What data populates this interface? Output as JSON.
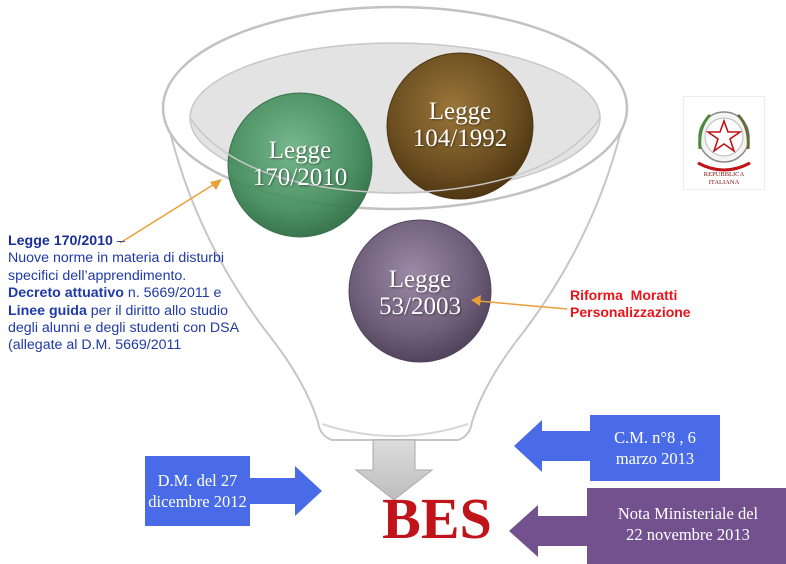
{
  "circles": [
    {
      "line1": "Legge",
      "line2": "170/2010",
      "color": "#3f8a59"
    },
    {
      "line1": "Legge",
      "line2": "104/1992",
      "color": "#6b4d20"
    },
    {
      "line1": "Legge",
      "line2": "53/2003",
      "color": "#6e5d78"
    }
  ],
  "side_note": {
    "title": "Legge 170/2010",
    "dash": " –",
    "text1": "Nuove norme in materia di disturbi specifici dell’apprendimento.",
    "bold1": "Decreto attuativo",
    "text2": " n. 5669/2011 e ",
    "bold2": "Linee guida",
    "text3": " per il diritto allo studio degli alunni e degli studenti con DSA (allegate al D.M. 5669/2011"
  },
  "riforma": {
    "line1": "Riforma  Moratti",
    "line2": "Personalizzazione"
  },
  "boxes": {
    "dm": {
      "line1": "D.M. del 27",
      "line2": "dicembre 2012",
      "color": "#4a6be8"
    },
    "cm": {
      "line1": "C.M. n°8 , 6",
      "line2": "marzo 2013",
      "color": "#4a6be8"
    },
    "nota": {
      "line1": "Nota Ministeriale del",
      "line2": "22 novembre 2013",
      "color": "#73518f"
    }
  },
  "bes": "BES",
  "emblem": {
    "text": "REPUBBLICA ITALIANA",
    "icon": "italian-republic-emblem-icon"
  }
}
